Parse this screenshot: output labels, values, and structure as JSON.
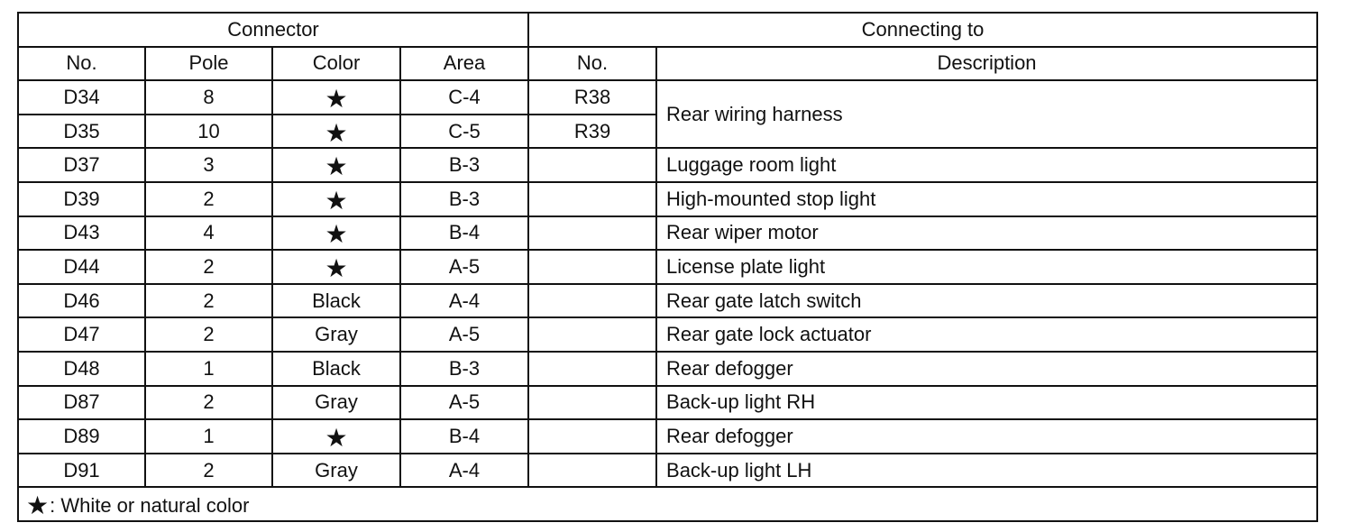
{
  "headers": {
    "connector": "Connector",
    "connecting_to": "Connecting to",
    "no": "No.",
    "pole": "Pole",
    "color": "Color",
    "area": "Area",
    "to_no": "No.",
    "description": "Description"
  },
  "star_glyph": "★",
  "rows": [
    {
      "no": "D34",
      "pole": "8",
      "color": "★",
      "area": "C-4",
      "to_no": "R38",
      "description": "Rear wiring harness"
    },
    {
      "no": "D35",
      "pole": "10",
      "color": "★",
      "area": "C-5",
      "to_no": "R39",
      "description": ""
    },
    {
      "no": "D37",
      "pole": "3",
      "color": "★",
      "area": "B-3",
      "to_no": "",
      "description": "Luggage room light"
    },
    {
      "no": "D39",
      "pole": "2",
      "color": "★",
      "area": "B-3",
      "to_no": "",
      "description": "High-mounted stop light"
    },
    {
      "no": "D43",
      "pole": "4",
      "color": "★",
      "area": "B-4",
      "to_no": "",
      "description": "Rear wiper motor"
    },
    {
      "no": "D44",
      "pole": "2",
      "color": "★",
      "area": "A-5",
      "to_no": "",
      "description": "License plate light"
    },
    {
      "no": "D46",
      "pole": "2",
      "color": "Black",
      "area": "A-4",
      "to_no": "",
      "description": "Rear gate latch switch"
    },
    {
      "no": "D47",
      "pole": "2",
      "color": "Gray",
      "area": "A-5",
      "to_no": "",
      "description": "Rear gate lock actuator"
    },
    {
      "no": "D48",
      "pole": "1",
      "color": "Black",
      "area": "B-3",
      "to_no": "",
      "description": "Rear defogger"
    },
    {
      "no": "D87",
      "pole": "2",
      "color": "Gray",
      "area": "A-5",
      "to_no": "",
      "description": "Back-up light RH"
    },
    {
      "no": "D89",
      "pole": "1",
      "color": "★",
      "area": "B-4",
      "to_no": "",
      "description": "Rear defogger"
    },
    {
      "no": "D91",
      "pole": "2",
      "color": "Gray",
      "area": "A-4",
      "to_no": "",
      "description": "Back-up light LH"
    }
  ],
  "footnote": ": White or natural color"
}
